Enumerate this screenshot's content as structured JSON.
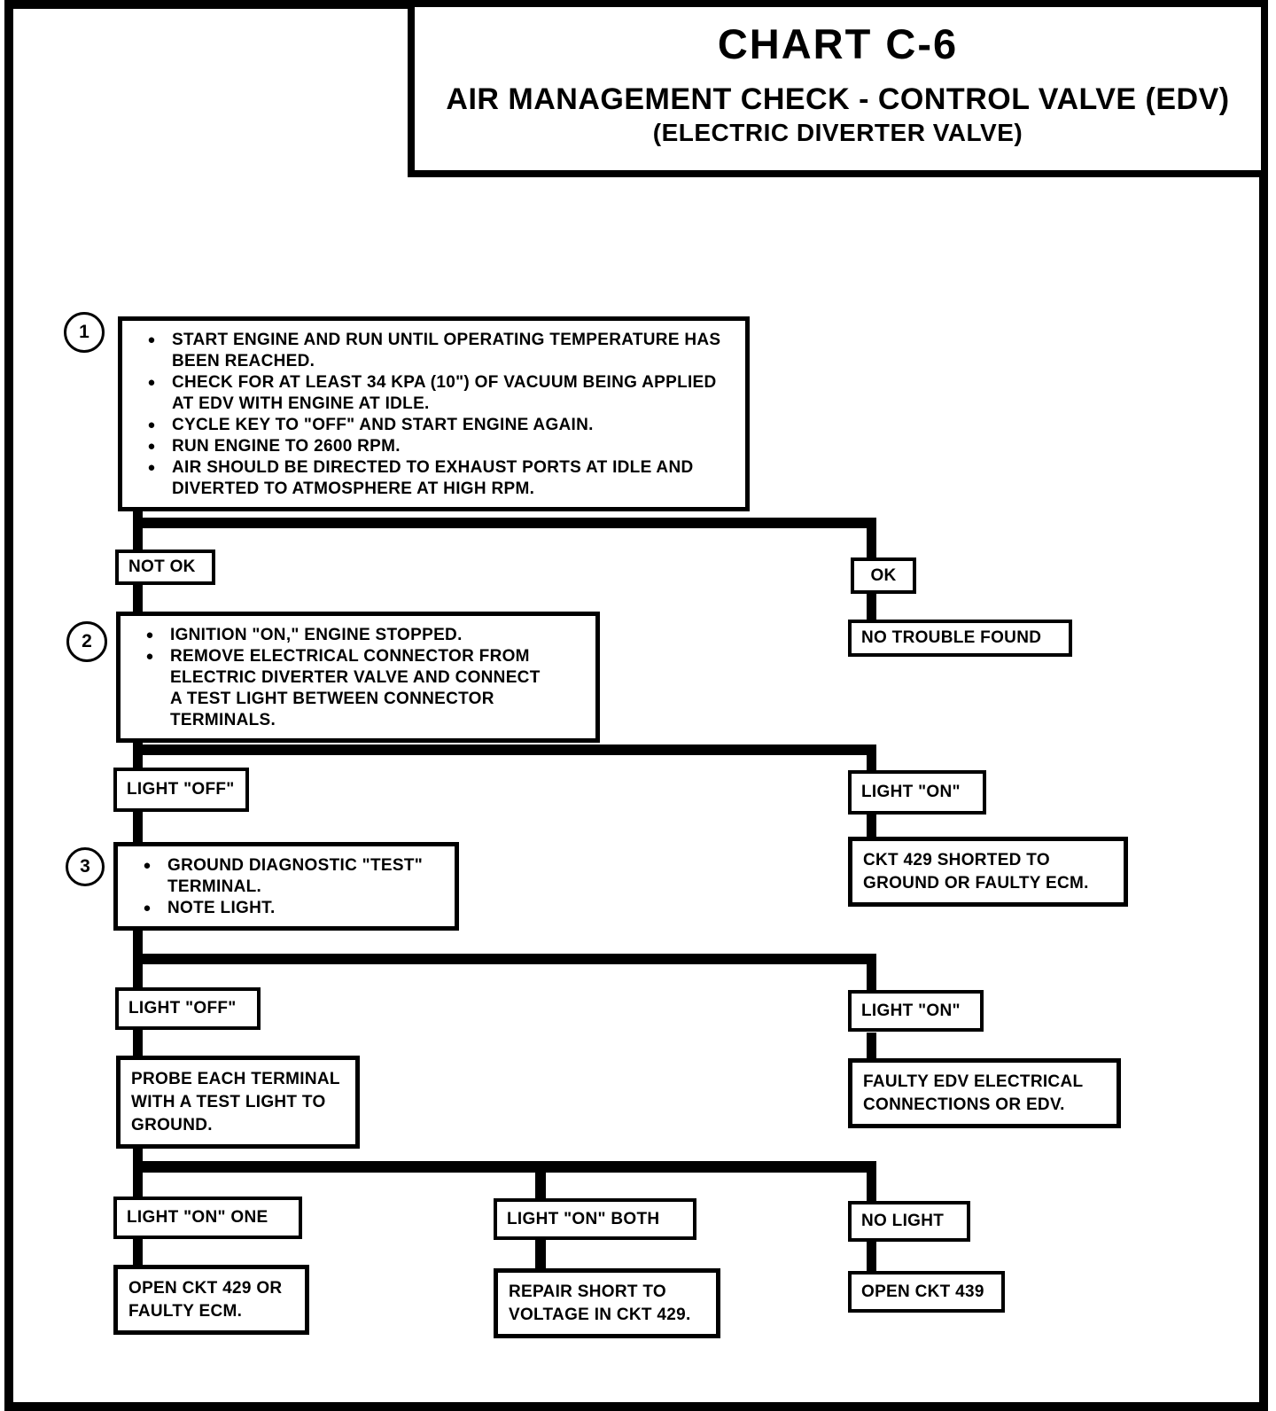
{
  "page": {
    "title": "CHART C-6",
    "subtitle": "AIR MANAGEMENT CHECK - CONTROL VALVE (EDV)",
    "subtitle2": "(ELECTRIC DIVERTER VALVE)"
  },
  "glyphs": {
    "bullet": "●"
  },
  "colors": {
    "ink": "#000000",
    "paper": "#ffffff"
  },
  "step1": {
    "number": "1",
    "bullets": [
      "START ENGINE AND RUN UNTIL OPERATING TEMPERATURE HAS BEEN REACHED.",
      "CHECK FOR AT LEAST 34 KPA (10\") OF VACUUM BEING APPLIED AT EDV WITH ENGINE AT IDLE.",
      "CYCLE KEY TO \"OFF\" AND START ENGINE AGAIN.",
      "RUN ENGINE TO 2600 RPM.",
      "AIR SHOULD BE DIRECTED TO EXHAUST PORTS AT IDLE AND DIVERTED TO ATMOSPHERE AT HIGH RPM."
    ]
  },
  "step2": {
    "number": "2",
    "bullets": [
      "IGNITION \"ON,\" ENGINE STOPPED.",
      "REMOVE ELECTRICAL CONNECTOR FROM ELECTRIC DIVERTER VALVE AND CONNECT A TEST LIGHT BETWEEN CONNECTOR TERMINALS."
    ]
  },
  "step3": {
    "number": "3",
    "bullets": [
      "GROUND DIAGNOSTIC \"TEST\" TERMINAL.",
      "NOTE LIGHT."
    ]
  },
  "branch1": {
    "not_ok": "NOT OK",
    "ok": "OK",
    "ok_result": "NO TROUBLE FOUND"
  },
  "branch2": {
    "light_off": "LIGHT \"OFF\"",
    "light_on": "LIGHT \"ON\"",
    "light_on_result": "CKT 429 SHORTED TO GROUND OR FAULTY ECM."
  },
  "branch3": {
    "light_off": "LIGHT \"OFF\"",
    "light_on": "LIGHT \"ON\"",
    "light_off_action": "PROBE EACH TERMINAL WITH A TEST LIGHT TO GROUND.",
    "light_on_result": "FAULTY EDV ELECTRICAL CONNECTIONS OR EDV."
  },
  "branch4": {
    "one": "LIGHT \"ON\" ONE",
    "one_result": "OPEN CKT 429 OR FAULTY ECM.",
    "both": "LIGHT \"ON\" BOTH",
    "both_result": "REPAIR SHORT TO VOLTAGE IN CKT 429.",
    "none": "NO LIGHT",
    "none_result": "OPEN CKT 439"
  }
}
